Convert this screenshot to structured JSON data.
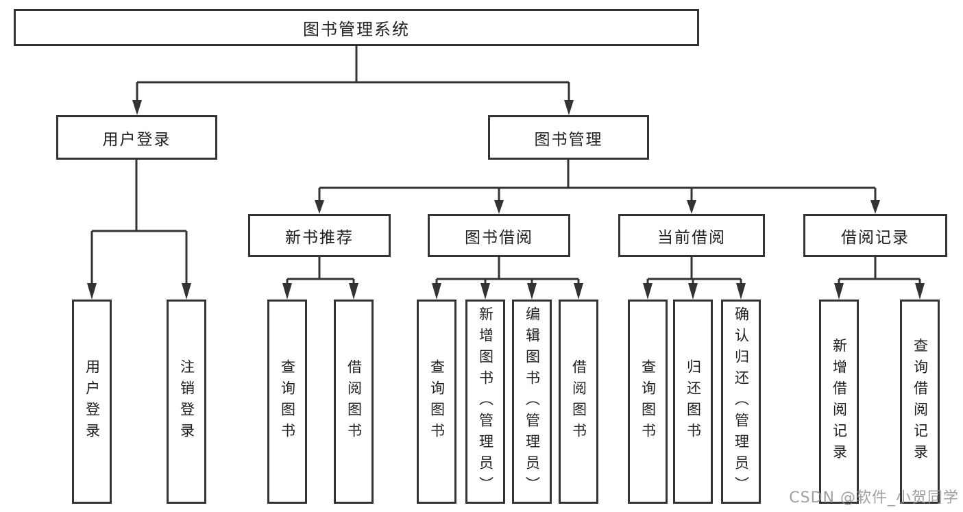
{
  "diagram": {
    "type": "hierarchy-tree",
    "colors": {
      "line": "#333333",
      "text": "#1f1f1f",
      "box_background": "#ffffff",
      "watermark": "#8c9096"
    },
    "tree": {
      "root": {
        "label": "图书管理系统"
      },
      "level2": [
        {
          "label": "用户登录",
          "children": [
            "用户登录",
            "注销登录"
          ]
        },
        {
          "label": "图书管理",
          "groups": [
            {
              "label": "新书推荐",
              "children": [
                "查询图书",
                "借阅图书"
              ]
            },
            {
              "label": "图书借阅",
              "children": [
                "查询图书",
                "新增图书（管理员）",
                "编辑图书（管理员）",
                "借阅图书"
              ]
            },
            {
              "label": "当前借阅",
              "children": [
                "查询图书",
                "归还图书",
                "确认归还（管理员）"
              ]
            },
            {
              "label": "借阅记录",
              "children": [
                "新增借阅记录",
                "查询借阅记录"
              ]
            }
          ]
        }
      ]
    }
  },
  "watermark": "CSDN @软件_小贺同学"
}
